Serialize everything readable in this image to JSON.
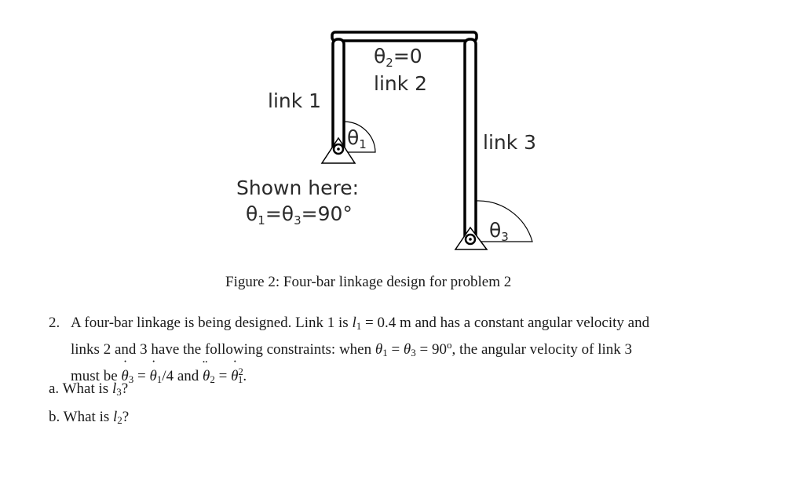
{
  "figure": {
    "labels": {
      "theta2_text": "θ",
      "theta2_sub": "2",
      "theta2_value": "=0",
      "link1": "link 1",
      "link2": "link 2",
      "link3": "link 3",
      "theta1_text": "θ",
      "theta1_sub": "1",
      "theta3_text": "θ",
      "theta3_sub": "3",
      "shown_here": "Shown here:",
      "state_t1": "θ",
      "state_t1_sub": "1",
      "state_eq1": "=θ",
      "state_t3_sub": "3",
      "state_eq2": "=90°"
    },
    "caption": "Figure 2: Four-bar linkage design for problem 2"
  },
  "problem": {
    "number": "2.",
    "line1_a": "A four-bar linkage is being designed. Link 1 is ",
    "l1_var": "l",
    "l1_sub": "1",
    "line1_b": " = 0.4 m and has a constant angular velocity and",
    "line2_a": "links 2 and 3 have the following constraints: when ",
    "theta": "θ",
    "sub1": "1",
    "sub2": "2",
    "sub3": "3",
    "eq": " = ",
    "line2_b": " = 90",
    "deg": "o",
    "line2_c": ", the angular velocity of link 3",
    "line3_a": "must be ",
    "line3_b": "/4 and ",
    "sq": "2",
    "period": "."
  },
  "parts": [
    {
      "label": "a.",
      "text": "What is ",
      "var": "l",
      "sub": "3",
      "end": "?"
    },
    {
      "label": "b.",
      "text": "What is ",
      "var": "l",
      "sub": "2",
      "end": "?"
    }
  ]
}
